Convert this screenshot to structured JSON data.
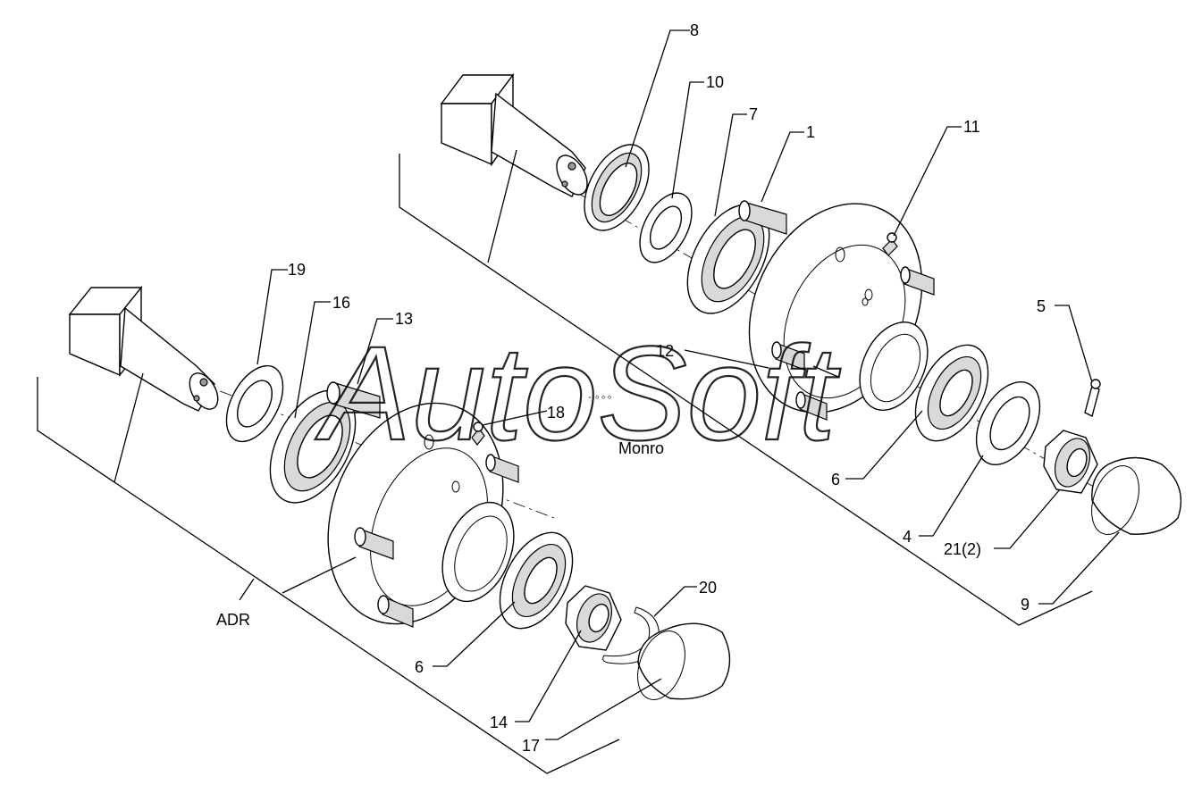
{
  "watermark": {
    "text": "AutoSoft",
    "dots": "-  ∘∘∘"
  },
  "variants": {
    "upper": "Monro",
    "lower": "ADR"
  },
  "callouts": {
    "upper": [
      "8",
      "10",
      "7",
      "1",
      "11",
      "5",
      "12",
      "6",
      "4",
      "21(2)",
      "9"
    ],
    "lower": [
      "19",
      "16",
      "13",
      "18",
      "20",
      "6",
      "14",
      "17"
    ]
  },
  "colors": {
    "line": "#000000",
    "background": "#ffffff",
    "shade": "#d9d9d9"
  }
}
